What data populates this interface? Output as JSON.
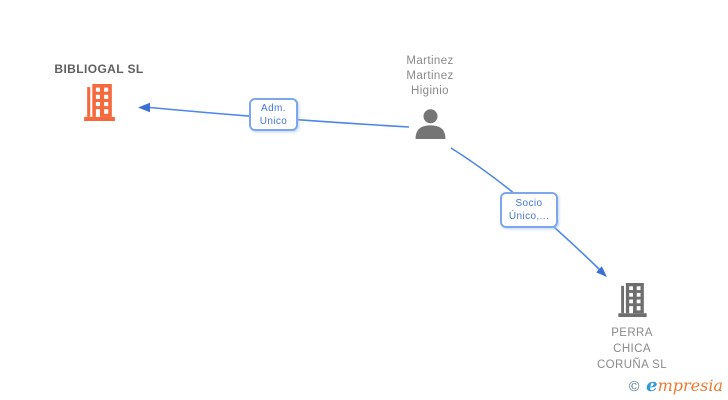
{
  "diagram": {
    "nodes": [
      {
        "id": "bibliogal",
        "type": "company",
        "label": "BIBLIOGAL SL",
        "icon": "building-icon"
      },
      {
        "id": "martinez",
        "type": "person",
        "label_lines": {
          "0": "Martinez",
          "1": "Martinez",
          "2": "Higinio"
        },
        "icon": "person-icon"
      },
      {
        "id": "perra-chica",
        "type": "company",
        "label_lines": {
          "0": "PERRA",
          "1": "CHICA",
          "2": "CORUÑA SL"
        },
        "icon": "building-icon"
      }
    ],
    "edges": [
      {
        "from": "martinez",
        "to": "bibliogal",
        "label_lines": {
          "0": "Adm.",
          "1": "Unico"
        }
      },
      {
        "from": "martinez",
        "to": "perra-chica",
        "label_lines": {
          "0": "Socio",
          "1": "Único,..."
        }
      }
    ]
  },
  "watermark": {
    "copyright": "©",
    "brand_first_letter": "e",
    "brand_rest": "mpresia"
  },
  "colors": {
    "company_highlight": "#f5693d",
    "company_gray": "#6e6e6e",
    "person_gray": "#757575",
    "edge_line": "#4c86e8",
    "arrowhead": "#3a6fd8",
    "box_border": "#7ea6ec",
    "box_text": "#4377d8",
    "title_gray": "#5f5f5f",
    "label_gray": "#8a8a8a"
  }
}
